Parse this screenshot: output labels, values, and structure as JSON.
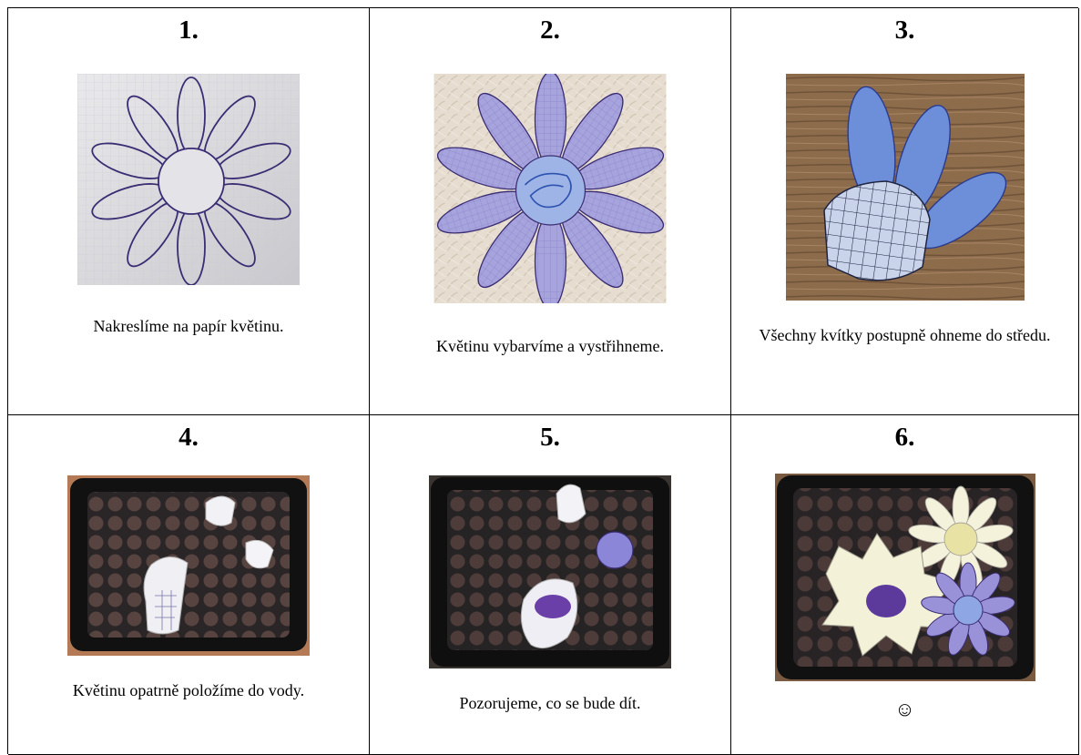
{
  "steps": [
    {
      "number": "1.",
      "caption": "Nakreslíme na papír květinu.",
      "image": "flower-drawing-photo"
    },
    {
      "number": "2.",
      "caption": "Květinu vybarvíme a vystřihneme.",
      "image": "cut-out-flower-photo"
    },
    {
      "number": "3.",
      "caption": "Všechny kvítky postupně ohneme do středu.",
      "image": "folded-petals-photo"
    },
    {
      "number": "4.",
      "caption": "Květinu opatrně položíme do vody.",
      "image": "flower-in-water-photo"
    },
    {
      "number": "5.",
      "caption": "Pozorujeme, co se bude dít.",
      "image": "opening-flower-photo"
    },
    {
      "number": "6.",
      "caption": "☺",
      "image": "opened-flowers-photo"
    }
  ],
  "colors": {
    "ink": "#3a2d73",
    "petal": "#8e89d2",
    "tray": "#1c1c1e",
    "paper": "#ececec",
    "wood": "#8a6a4a"
  }
}
